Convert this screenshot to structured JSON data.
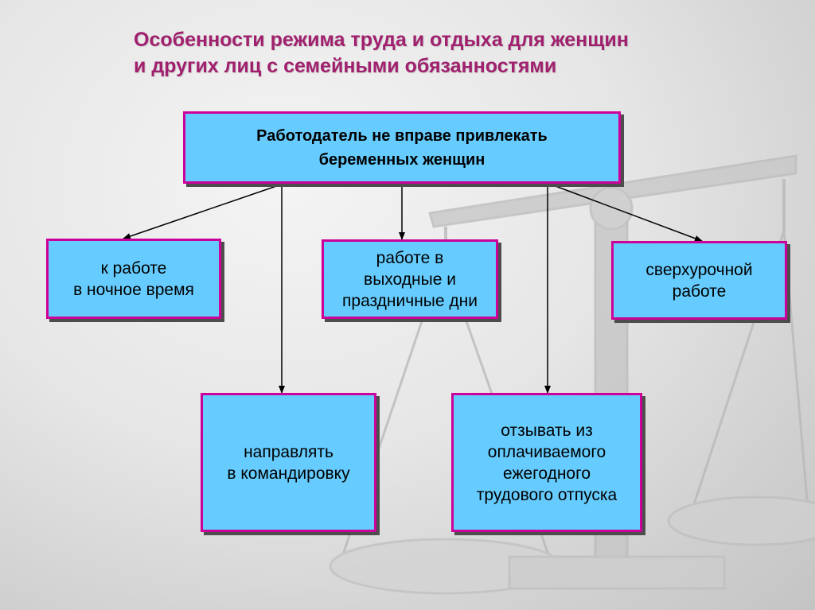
{
  "title": {
    "line1": "Особенности режима труда и отдыха для женщин",
    "line2": "и других лиц с семейными обязанностями"
  },
  "diagram": {
    "root": {
      "line1": "Работодатель не вправе привлекать",
      "line2": "беременных женщин"
    },
    "night_work": {
      "line1": "к работе",
      "line2": "в ночное время"
    },
    "weekend_work": {
      "line1": "работе в",
      "line2": "выходные и",
      "line3": "праздничные дни"
    },
    "overtime_work": {
      "line1": "сверхурочной",
      "line2": "работе"
    },
    "business_trip": {
      "line1": "направлять",
      "line2": "в командировку"
    },
    "vacation_recall": {
      "line1": "отзывать из",
      "line2": "оплачиваемого",
      "line3": "ежегодного",
      "line4": "трудового отпуска"
    }
  },
  "colors": {
    "title": "#a0206e",
    "box_fill": "#66ccff",
    "box_border": "#cc0099",
    "box_shadow": "#4d4d4d",
    "connector": "#000000"
  },
  "background": {
    "illustration": "scales-of-justice"
  }
}
